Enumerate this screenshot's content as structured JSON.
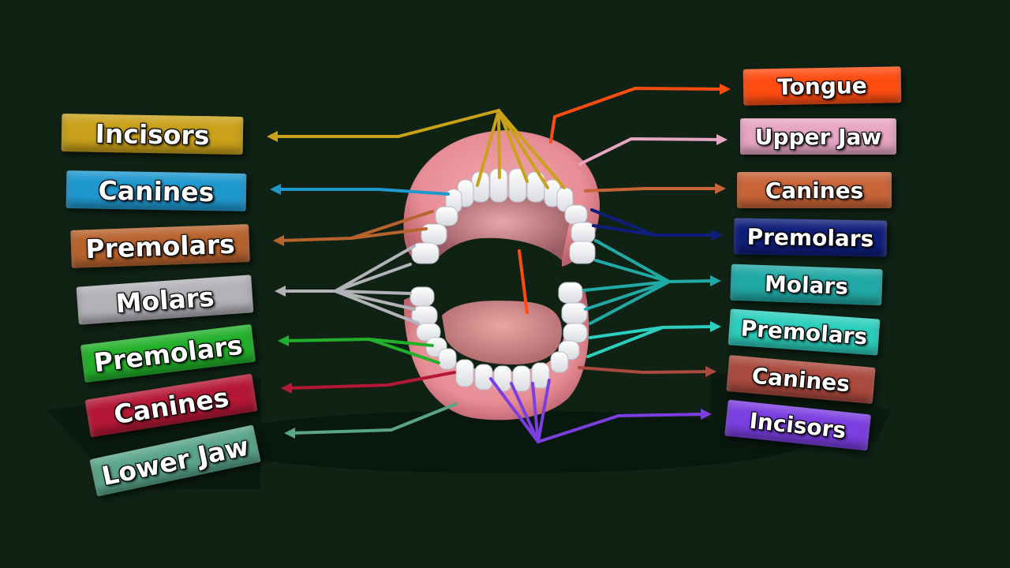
{
  "colors": {
    "background": "#0f2214",
    "incisors": "#c9a11a",
    "canines_upper_left": "#1f98cf",
    "premolars_upper_left": "#b8632d",
    "molars": "#b2b2b8",
    "premolars_lower_left": "#22b02a",
    "canines_lower_left": "#b51836",
    "lower_jaw": "#5aa48a",
    "tongue": "#ff4d12",
    "upper_jaw": "#e7a6c4",
    "canines_upper_right": "#c86438",
    "premolars_upper_right": "#0f1e7a",
    "molars_right": "#21a9a6",
    "premolars_lower_right": "#2ccfbd",
    "canines_lower_right": "#ab4a3e",
    "incisors_lower": "#7b3ee0"
  },
  "left_labels": [
    {
      "key": "incisors",
      "text": "Incisors",
      "color": "#c9a11a"
    },
    {
      "key": "canines",
      "text": "Canines",
      "color": "#1f98cf"
    },
    {
      "key": "premolars",
      "text": "Premolars",
      "color": "#b8632d"
    },
    {
      "key": "molars",
      "text": "Molars",
      "color": "#b2b2b8"
    },
    {
      "key": "premolars2",
      "text": "Premolars",
      "color": "#22b02a"
    },
    {
      "key": "canines2",
      "text": "Canines",
      "color": "#b51836"
    },
    {
      "key": "lower_jaw",
      "text": "Lower Jaw",
      "color": "#5aa48a"
    }
  ],
  "right_labels": [
    {
      "key": "tongue",
      "text": "Tongue",
      "color": "#ff4d12"
    },
    {
      "key": "upper_jaw",
      "text": "Upper Jaw",
      "color": "#e7a6c4"
    },
    {
      "key": "canines",
      "text": "Canines",
      "color": "#c86438"
    },
    {
      "key": "premolars",
      "text": "Premolars",
      "color": "#0f1e7a"
    },
    {
      "key": "molars",
      "text": "Molars",
      "color": "#21a9a6"
    },
    {
      "key": "premolars2",
      "text": "Premolars",
      "color": "#2ccfbd"
    },
    {
      "key": "canines2",
      "text": "Canines",
      "color": "#ab4a3e"
    },
    {
      "key": "incisors",
      "text": "Incisors",
      "color": "#7b3ee0"
    }
  ]
}
